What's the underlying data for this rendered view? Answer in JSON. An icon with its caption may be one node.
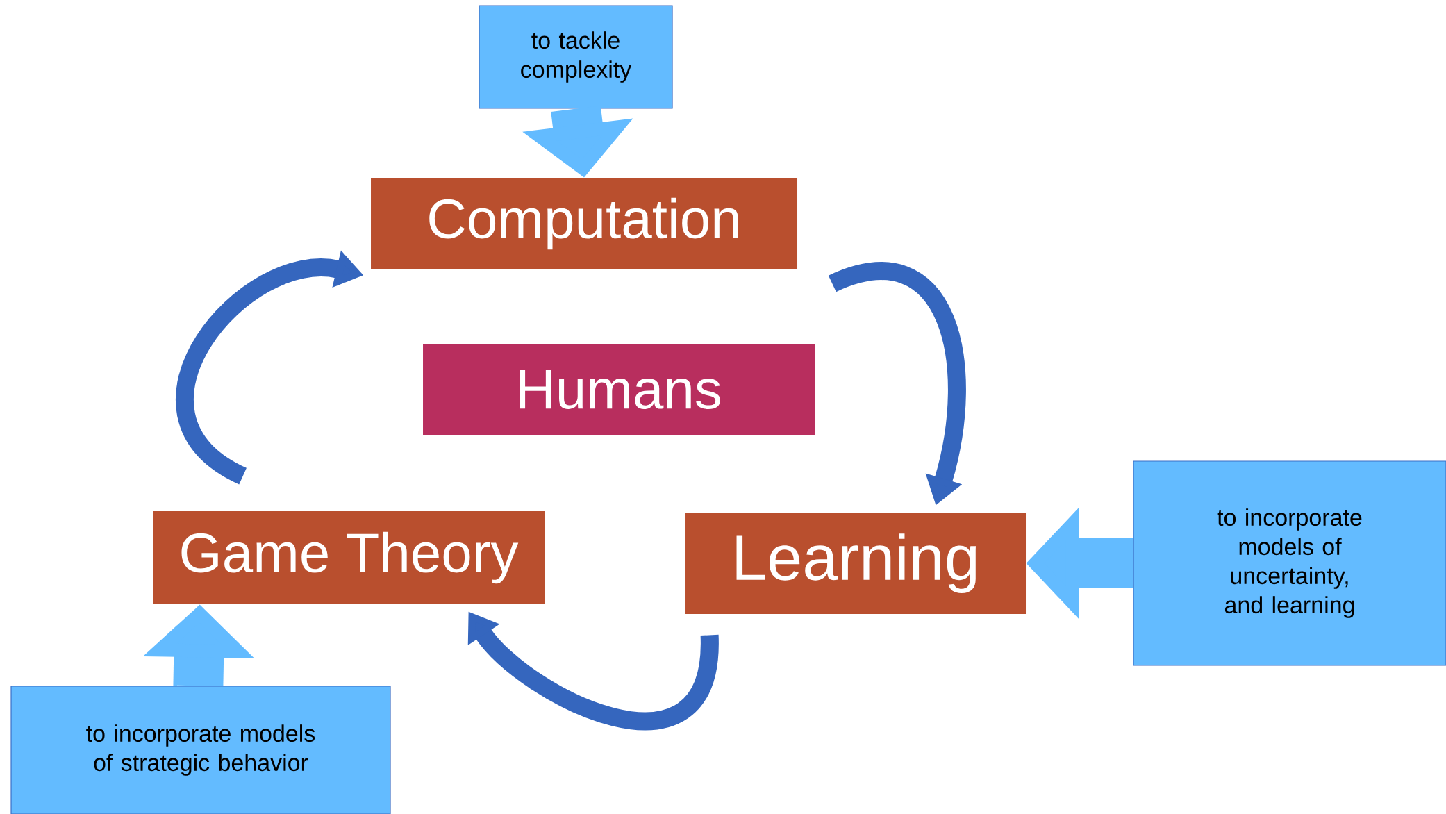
{
  "diagram": {
    "nodes": [
      {
        "text": [
          "Computation"
        ]
      },
      {
        "text": [
          "Humans"
        ]
      },
      {
        "text": [
          "Game Theory"
        ]
      },
      {
        "text": [
          "Learning"
        ]
      },
      {
        "text": [
          "to tackle complexity"
        ]
      },
      {
        "text": [
          "to incorporate models of uncertainty, and learning"
        ]
      },
      {
        "text": [
          "to incorporate models of strategic behavior"
        ]
      }
    ],
    "edges": [
      {
        "from": 0,
        "to": 3,
        "arrow": "to",
        "color": "#3566be"
      },
      {
        "from": 3,
        "to": 2,
        "arrow": "to",
        "color": "#3566be"
      },
      {
        "from": 2,
        "to": 0,
        "arrow": "to",
        "color": "#3566be"
      },
      {
        "from": 4,
        "to": 0,
        "arrow": "to",
        "style": "thick",
        "color": "#63bbff"
      },
      {
        "from": 5,
        "to": 3,
        "arrow": "to",
        "style": "thick",
        "color": "#63bbff"
      },
      {
        "from": 6,
        "to": 2,
        "arrow": "to",
        "style": "thick",
        "color": "#63bbff"
      }
    ]
  }
}
